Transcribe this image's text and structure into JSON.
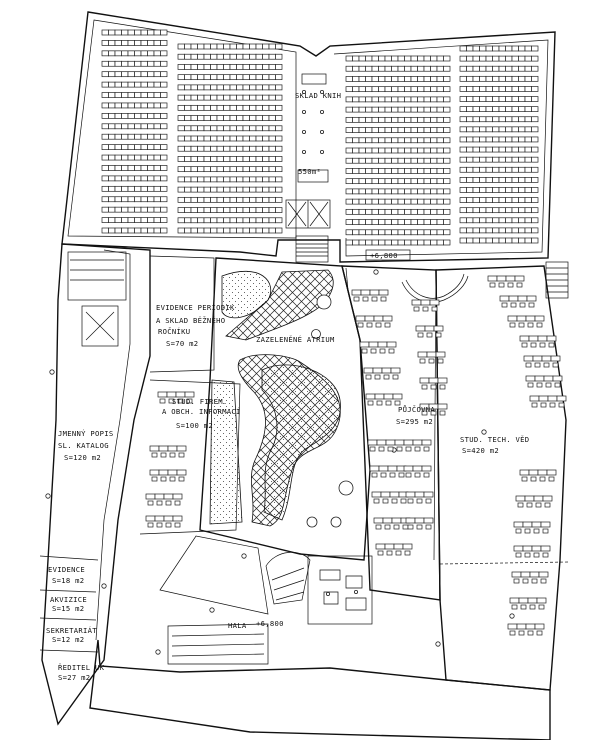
{
  "floor_plan": {
    "labels": {
      "book_stack": "SKLAD KNIH",
      "book_stack_area": "550m²",
      "stack_level": "+6,800",
      "periodicals_1": "EVIDENCE PERIODIK",
      "periodicals_2": "A SKLAD BĚŽNÉHO",
      "periodicals_3": "ROČNÍKU",
      "periodicals_area": "S=70 m2",
      "atrium": "ZAZELENĚNÉ ATRIUM",
      "company_1": "STUD. FIREM.",
      "company_2": "A OBCH. INFORMACÍ",
      "company_area": "S=100 m2",
      "catalog_1": "JMENNÝ POPIS",
      "catalog_2": "SL. KATALOG",
      "catalog_area": "S=120 m2",
      "lending": "PŮJČOVNA",
      "lending_area": "S=295 m2",
      "tech_study_1": "STUD. TECH. VĚD",
      "tech_study_area": "S=420 m2",
      "evidence": "EVIDENCE",
      "evidence_area": "S=18 m2",
      "acquisitions": "AKVIZICE",
      "acquisitions_area": "S=15 m2",
      "secretariat": "SEKRETARIÁT",
      "secretariat_area": "S=12 m2",
      "director": "ŘEDITEL UK",
      "director_area": "S=27 m2",
      "hall": "HALA",
      "hall_level": "+6,800"
    }
  }
}
